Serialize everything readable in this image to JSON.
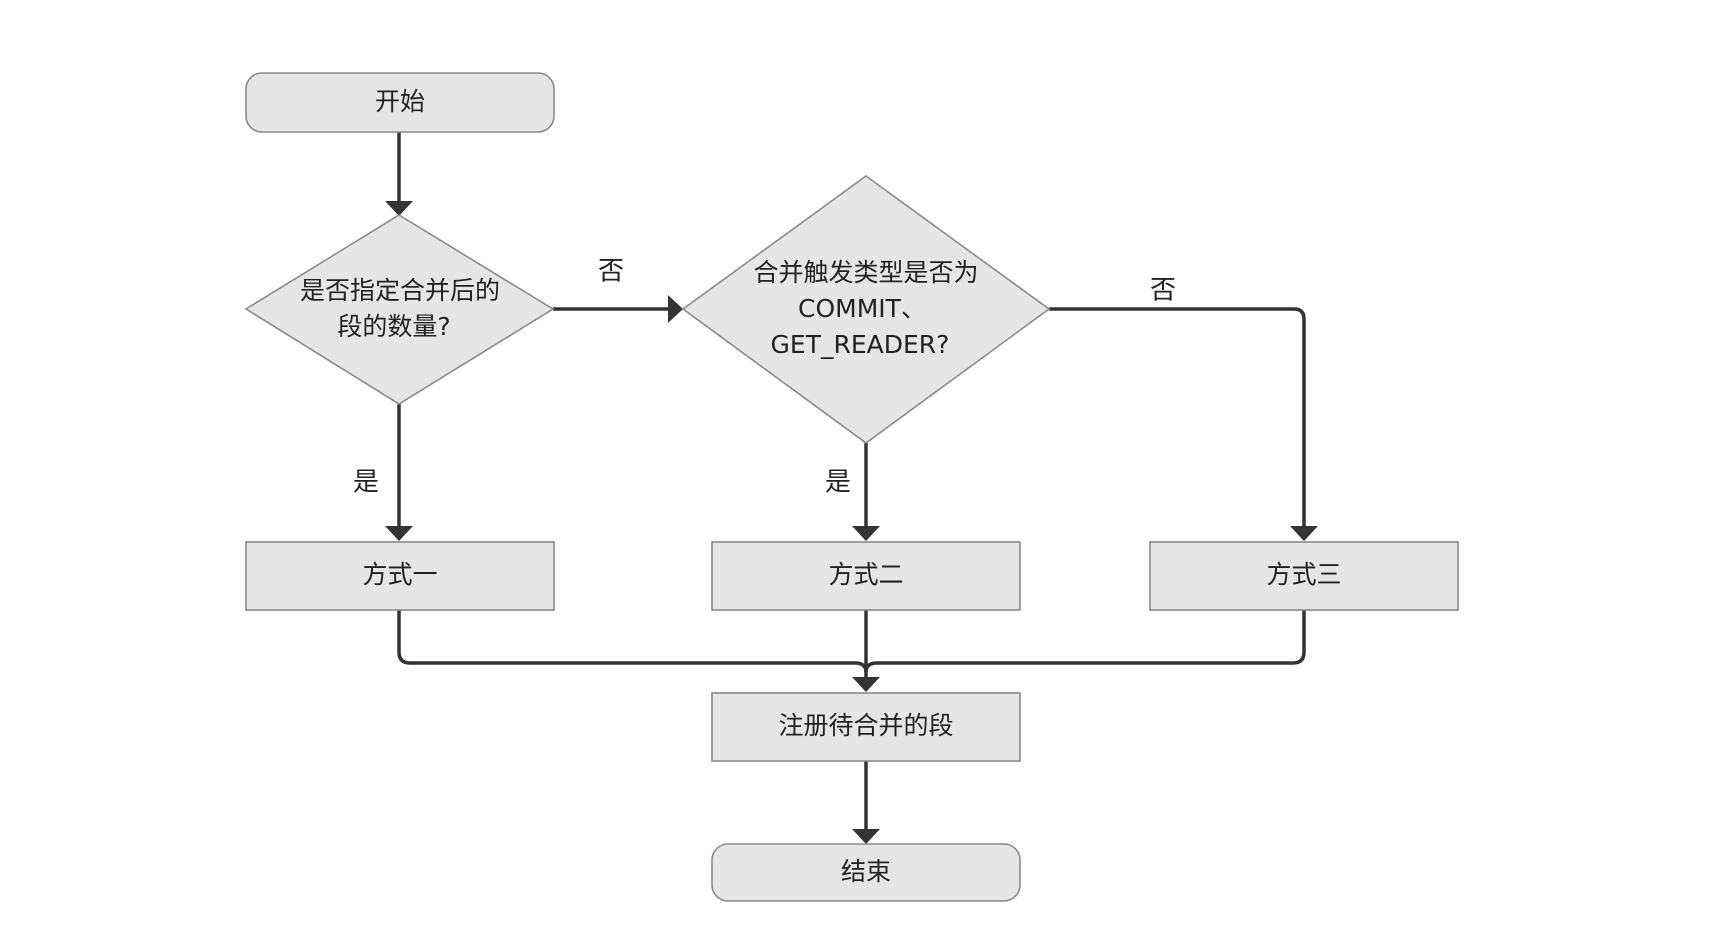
{
  "nodes": {
    "start": "开始",
    "decision1": {
      "line1": "是否指定合并后的",
      "line2": "段的数量?"
    },
    "decision2": {
      "line1": "合并触发类型是否为",
      "line2": "COMMIT、",
      "line3": "GET_READER?"
    },
    "method1": "方式一",
    "method2": "方式二",
    "method3": "方式三",
    "register": "注册待合并的段",
    "end": "结束"
  },
  "edge_labels": {
    "d1_no": "否",
    "d1_yes": "是",
    "d2_no": "否",
    "d2_yes": "是"
  },
  "colors": {
    "node_fill": "#e6e6e6",
    "node_border": "#8a8a8a",
    "edge": "#333333",
    "text": "#222222"
  }
}
